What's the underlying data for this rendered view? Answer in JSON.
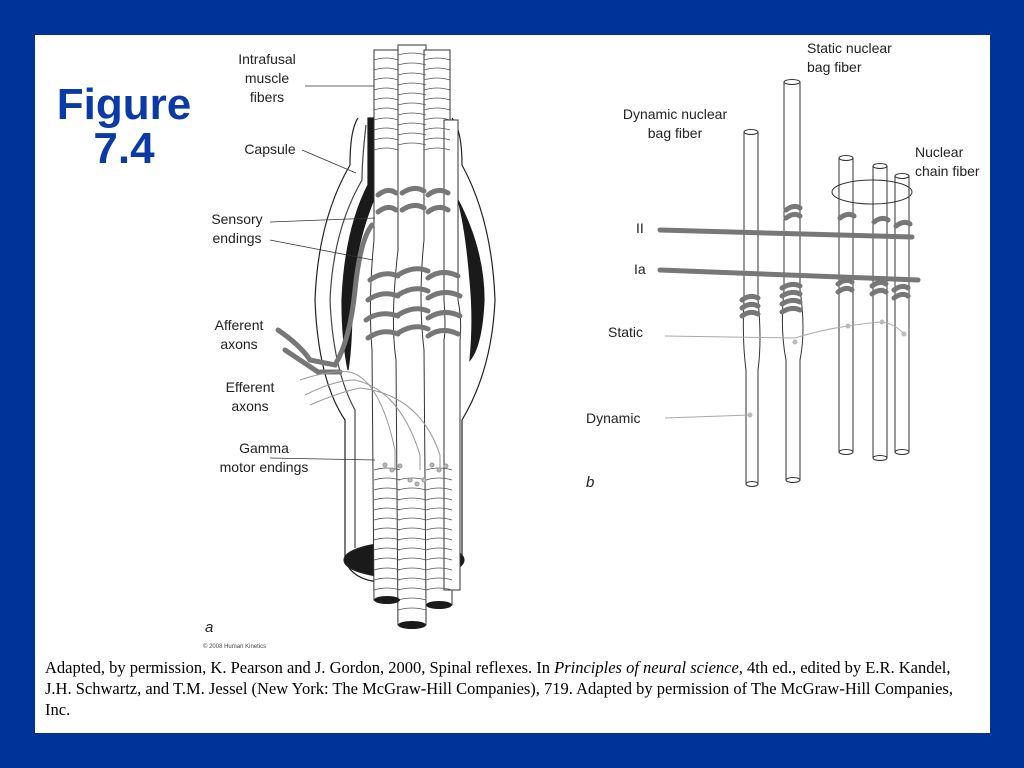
{
  "title_line1": "Figure",
  "title_line2": "7.4",
  "panel_a": {
    "labels": {
      "intrafusal": [
        "Intrafusal",
        "muscle",
        "fibers"
      ],
      "capsule": [
        "Capsule"
      ],
      "sensory": [
        "Sensory",
        "endings"
      ],
      "afferent": [
        "Afferent",
        "axons"
      ],
      "efferent": [
        "Efferent",
        "axons"
      ],
      "gamma": [
        "Gamma",
        "motor endings"
      ]
    },
    "letter": "a",
    "copyright": "© 2008 Human Kinetics"
  },
  "panel_b": {
    "labels": {
      "static_bag": [
        "Static nuclear",
        "bag fiber"
      ],
      "dynamic_bag": [
        "Dynamic nuclear",
        "bag fiber"
      ],
      "chain": [
        "Nuclear",
        "chain fiber"
      ],
      "ii": "II",
      "ia": "Ia",
      "static": "Static",
      "dynamic": "Dynamic"
    },
    "letter": "b"
  },
  "caption": {
    "part1": "Adapted, by permission, K. Pearson and J. Gordon, 2000, Spinal reflexes. In ",
    "book": "Principles of neural science,",
    "part2": " 4th ed., edited by E.R. Kandel, J.H. Schwartz, and T.M. Jessel (New York: The McGraw-Hill Companies), 719. Adapted by permission of The McGraw-Hill Companies, Inc."
  }
}
